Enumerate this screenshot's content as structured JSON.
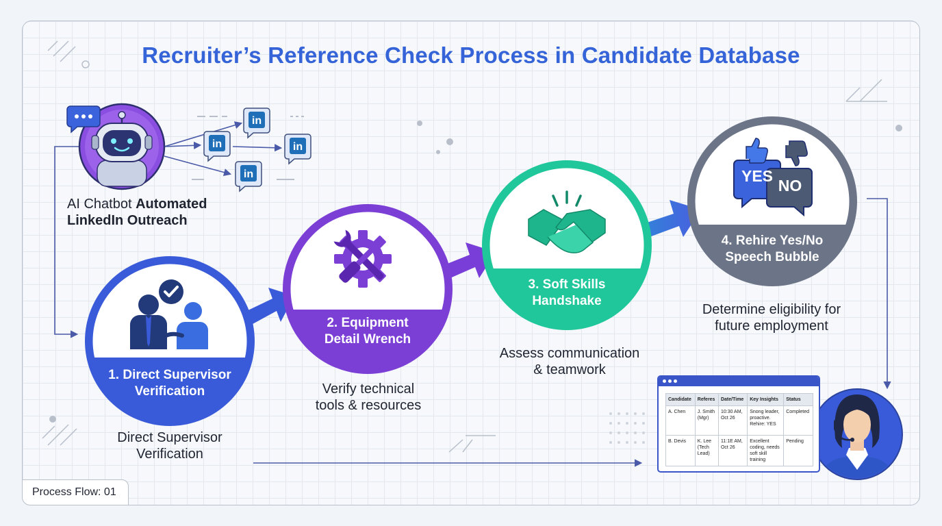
{
  "title": "Recruiter’s Reference Check Process in Candidate Database",
  "outreach": {
    "label_plain": "AI Chatbot ",
    "label_bold_1": "Automated",
    "label_bold_2": "LinkedIn Outreach",
    "bubble_icon_text": "in"
  },
  "steps": [
    {
      "number_label": "1. Direct Supervisor",
      "number_label_2": "Verification",
      "caption_1": "Direct Supervisor",
      "caption_2": "Verification",
      "color": "#3a5bd9"
    },
    {
      "number_label": "2. Equipment",
      "number_label_2": "Detail Wrench",
      "caption_1": "Verify technical",
      "caption_2": "tools & resources",
      "color": "#7c3fd6"
    },
    {
      "number_label": "3. Soft Skills",
      "number_label_2": "Handshake",
      "caption_1": "Assess communication",
      "caption_2": "& teamwork",
      "color": "#1fc79a"
    },
    {
      "number_label": "4. Rehire Yes/No",
      "number_label_2": "Speech Bubble",
      "caption_1": "Determine eligibility for",
      "caption_2": "future employment",
      "color": "#6c7487"
    }
  ],
  "rehire": {
    "yes": "YES",
    "no": "NO"
  },
  "database": {
    "headers": [
      "Candidate",
      "Referes",
      "Date/Time",
      "Key Insights",
      "Status"
    ],
    "rows": [
      [
        "A. Chen",
        "J. Smith\n(Mgr)",
        "10:30 AM,\nOct 26",
        "Snong leader,\nproactive.\nRehire: YES",
        "Completed"
      ],
      [
        "B. Devis",
        "K. Lee\n(Tech\nLead)",
        "11:1E AM,\nOct 26",
        "Excellent\ncoding, needs\nsoft skill\ntraining",
        "Pending"
      ]
    ]
  },
  "footer": "Process Flow: 01",
  "colors": {
    "accent": "#3563d8",
    "blue": "#3a5bd9",
    "purple": "#7c3fd6",
    "green": "#1fc79a",
    "gray": "#6c7487"
  }
}
